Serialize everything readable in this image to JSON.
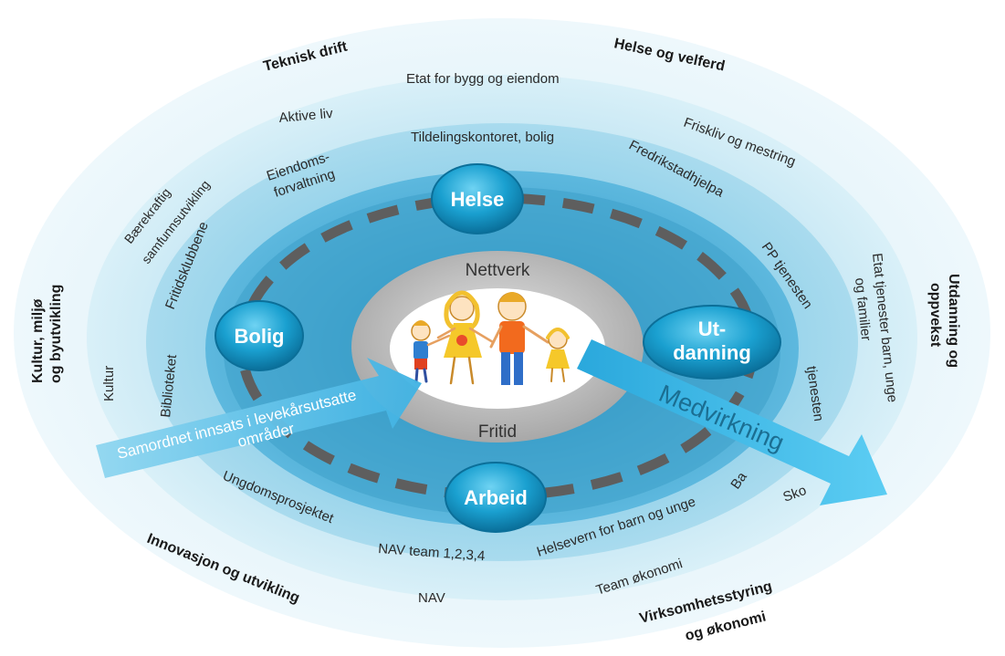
{
  "center": {
    "top_label": "Nettverk",
    "bottom_label": "Fritid"
  },
  "nodes": {
    "helse": "Helse",
    "bolig": "Bolig",
    "utdanning_line1": "Ut-",
    "utdanning_line2": "danning",
    "arbeid": "Arbeid"
  },
  "outer_areas": {
    "teknisk_drift": "Teknisk drift",
    "helse_velferd": "Helse og velferd",
    "kultur_line1": "Kultur, miljø",
    "kultur_line2": "og byutvikling",
    "utdanning_line1": "Utdanning og",
    "utdanning_line2": "oppvekst",
    "innovasjon": "Innovasjon og utvikling",
    "virksomhet_line1": "Virksomhetsstyring",
    "virksomhet_line2": "og økonomi"
  },
  "services": {
    "etat_bygg": "Etat for bygg og eiendom",
    "aktive_liv": "Aktive liv",
    "frisklivsmestring": "Friskliv og mestring",
    "tildeling": "Tildelingskontoret, bolig",
    "eiendom_line1": "Eiendoms-",
    "eiendom_line2": "forvaltning",
    "fredrikstadhjelpa": "Fredrikstadhjelpa",
    "baerekraftig_line1": "Bærekraftig",
    "baerekraftig_line2": "samfunnsutvikling",
    "fritidsklubbene": "Fritidsklubbene",
    "pp_tjenesten": "PP tjenesten",
    "etat_barn_line1": "Etat tjenester barn, unge",
    "etat_barn_line2": "og familier",
    "kultur": "Kultur",
    "biblioteket": "Biblioteket",
    "tjenesten_fragment": "tjenesten",
    "ba_fragment": "Ba",
    "sko_fragment": "Sko",
    "ungdomsprosjektet": "Ungdomsprosjektet",
    "nav_team": "NAV team 1,2,3,4",
    "helsevern": "Helsevern for barn og unge",
    "team_okonomi": "Team økonomi",
    "nav": "NAV"
  },
  "arrows": {
    "samordnet_line1": "Samordnet innsats i levekårsutsatte",
    "samordnet_line2": "områder",
    "medvirkning": "Medvirkning"
  },
  "colors": {
    "ring_outer": "#eef8fc",
    "ring_2": "#d6eef7",
    "ring_3": "#a9dbee",
    "ring_4": "#6dc2e2",
    "ring_5": "#4aaed8",
    "center_gray": "#bdbdbd",
    "node_fill": "#1aa0d0",
    "arrow_left": "#5ec3e8",
    "arrow_right": "#49bdea"
  }
}
